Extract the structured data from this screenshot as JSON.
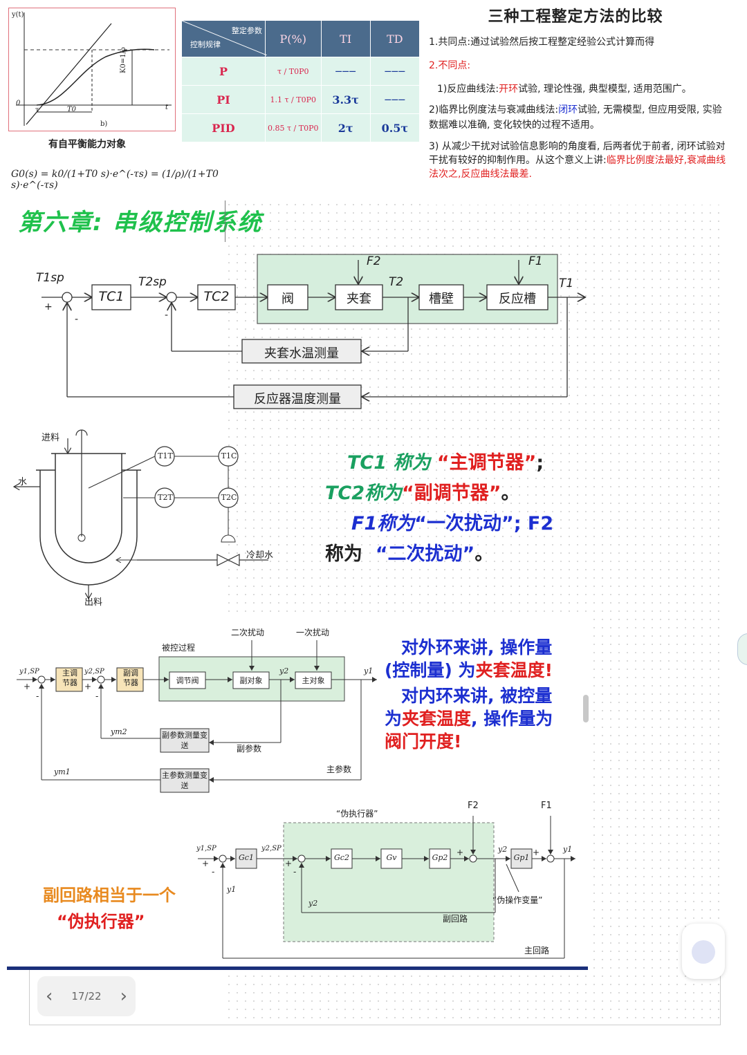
{
  "self_balance_plot": {
    "y_axis_label": "y(t)",
    "origin": "0",
    "t_axis": "t",
    "tau_mark": "τ",
    "t0_mark": "T0",
    "k0_expr": "K0=1/ρ",
    "panel_label": "b)",
    "caption": "有自平衡能力对象",
    "transfer_fn": "G0(s) = k0/(1+T0 s)·e^(-τs) = (1/ρ)/(1+T0 s)·e^(-τs)"
  },
  "tuning_table": {
    "header_corner_top": "整定参数",
    "header_corner_bottom": "控制规律",
    "col_p": "P(%)",
    "col_ti": "TI",
    "col_td": "TD",
    "rows": [
      {
        "law": "P",
        "p": "τ / T0P0",
        "p_coef": "",
        "ti": "———",
        "td": "———"
      },
      {
        "law": "PI",
        "p": "τ / T0P0",
        "p_coef": "1.1",
        "ti": "3.3τ",
        "td": "———"
      },
      {
        "law": "PID",
        "p": "τ / T0P0",
        "p_coef": "0.85",
        "ti": "2τ",
        "td": "0.5τ"
      }
    ]
  },
  "comparison": {
    "title": "三种工程整定方法的比较",
    "p1": "1.共同点:通过试验然后按工程整定经验公式计算而得",
    "p2": "2.不同点:",
    "p3_a": "1)反应曲线法:",
    "p3_b": "开环",
    "p3_c": "试验, 理论性强, 典型模型, 适用范围广。",
    "p4_a": "2)临界比例度法与衰减曲线法:",
    "p4_b": "闭环",
    "p4_c": "试验, 无需模型, 但应用受限, 实验数据难以准确, 变化较快的过程不适用。",
    "p5_a": "3) 从减少干扰对试验信息影响的角度看, 后两者优于前者, 闭环试验对干扰有较好的抑制作用。从这个意义上讲:",
    "p5_b": "临界比例度法最好,衰减曲线法次之,反应曲线法最差."
  },
  "chapter_heading": "第六章: 串级控制系统",
  "cascade_diagram": {
    "t1sp": "T1sp",
    "t2sp": "T2sp",
    "tc1": "TC1",
    "tc2": "TC2",
    "valve": "阀",
    "jacket": "夹套",
    "tank_wall": "槽壁",
    "reactor": "反应槽",
    "f1": "F1",
    "f2": "F2",
    "t1": "T1",
    "t2": "T2",
    "plus": "+",
    "minus": "-",
    "jacket_meas": "夹套水温测量",
    "reactor_meas": "反应器温度测量"
  },
  "reactor_schematic": {
    "feed_in": "进料",
    "water": "水",
    "outflow": "出料",
    "cooling_water": "冷却水",
    "t1t": "T1T",
    "t1c": "T1C",
    "t2t": "T2T",
    "t2c": "T2C"
  },
  "notes_roles": {
    "l1_a": "TC1 称为",
    "l1_b": "“主调节器”",
    "l1_c": ";",
    "l2_a": "TC2称为",
    "l2_b": "“副调节器”",
    "l2_c": "。",
    "l3_a": "F1称为",
    "l3_b": "“一次扰动”",
    "l3_c": "; F2",
    "l4_a": "称为",
    "l4_b": "“二次扰动”",
    "l4_c": "。"
  },
  "block_diagram_2": {
    "secondary_dist": "二次扰动",
    "primary_dist": "一次扰动",
    "controlled_process": "被控过程",
    "y1sp": "y1,SP",
    "y2sp": "y2,SP",
    "main_ctrl": "主调节器",
    "sub_ctrl": "副调节器",
    "valve": "调节阀",
    "sub_obj": "副对象",
    "main_obj": "主对象",
    "y2": "y2",
    "y1": "y1",
    "ym2": "ym2",
    "ym1": "ym1",
    "sub_tx": "副参数测量变送",
    "main_tx": "主参数测量变送",
    "sub_param": "副参数",
    "main_param": "主参数",
    "plus": "+",
    "minus": "-"
  },
  "notes_loops": {
    "a1": "对外环来讲, 操作量 (控制量) 为",
    "a2": "夹套温度!",
    "b1": "对内环来讲, 被控量为",
    "b2": "夹套温度",
    "b3": ", 操作量为",
    "b4": "阀门开度!"
  },
  "block_diagram_3": {
    "pseudo_actuator": "“伪执行器”",
    "f2": "F2",
    "f1": "F1",
    "y1sp": "y1,SP",
    "y2sp": "y2,SP",
    "gc1": "Gc1",
    "gc2": "Gc2",
    "gv": "Gv",
    "gp2": "Gp2",
    "gp1": "Gp1",
    "y1": "y1",
    "y2": "y2",
    "pseudo_var": "“伪操作变量”",
    "inner_loop": "副回路",
    "outer_loop": "主回路",
    "plus": "+",
    "minus": "-"
  },
  "note_pseudo": {
    "l1": "副回路相当于一个",
    "l2": "“伪执行器”"
  },
  "pager": {
    "prev_icon": "chevron-left-icon",
    "label": "17/22",
    "next_icon": "chevron-right-icon"
  },
  "colors": {
    "red": "#e02020",
    "blue": "#1c2fd0",
    "green": "#1aa060",
    "orange": "#e88a20",
    "table_header": "#4b6b8c",
    "table_row": "#dff4ec",
    "diagram_green": "#d9efdc"
  }
}
